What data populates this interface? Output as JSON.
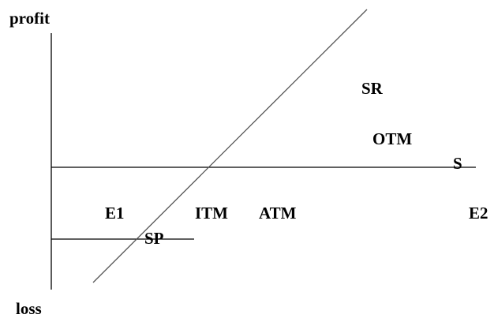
{
  "labels": {
    "profit": "profit",
    "loss": "loss",
    "sr": "SR",
    "otm": "OTM",
    "s": "S",
    "e1": "E1",
    "itm": "ITM",
    "atm": "ATM",
    "e2": "E2",
    "sp": "SP"
  },
  "colors": {
    "axis": "#000000",
    "payoff_line": "#555555",
    "text": "#000000"
  }
}
